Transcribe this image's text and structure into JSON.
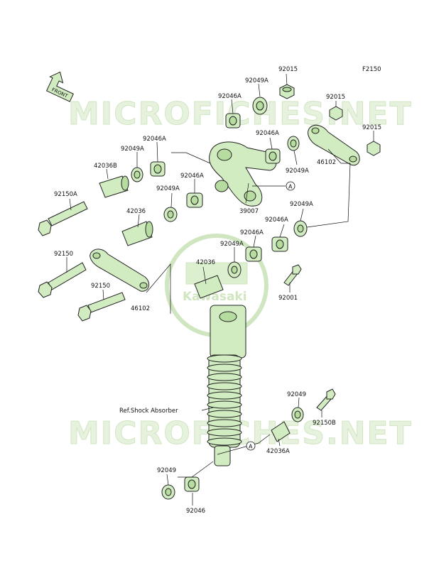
{
  "figure_code": "F2150",
  "front_label": "FRONT",
  "watermark_text": "MICROFICHES.NET",
  "logo_text": "Kawasaki",
  "colors": {
    "part_fill": "#d2ecc1",
    "outline": "#222222",
    "watermark": "#e6f2de"
  },
  "labels": {
    "p92015_top": "92015",
    "p92049A_top": "92049A",
    "p92046A_top": "92046A",
    "p92015_mid": "92015",
    "p92015_right": "92015",
    "p92046A_left": "92046A",
    "p92049A_left": "92049A",
    "p42036B": "42036B",
    "p92046A_center": "92046A",
    "p92049A_right": "92049A",
    "p46102_right": "46102",
    "p92046A_lower": "92046A",
    "p92049A_lower": "92049A",
    "p92150A": "92150A",
    "p42036": "42036",
    "p39007": "39007",
    "p92049A_link": "92049A",
    "p92046A_link": "92046A",
    "p92049A_shock": "92049A",
    "p92150_a": "92150",
    "p42036_shock": "42036",
    "p92150_b": "92150",
    "p46102_left": "46102",
    "p92001": "92001",
    "p92049_right": "92049",
    "p92150B": "92150B",
    "ref_shock": "Ref.Shock Absorber",
    "p42036A": "42036A",
    "p92049_bottom": "92049",
    "p92046_bottom": "92046",
    "callout_a1": "A",
    "callout_a2": "A"
  }
}
